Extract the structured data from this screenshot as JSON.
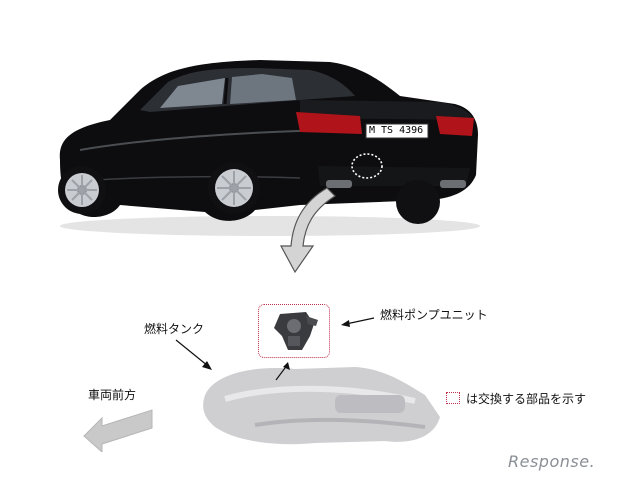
{
  "figure": {
    "license_plate": "M TS 4396",
    "labels": {
      "fuel_tank": "燃料タンク",
      "fuel_pump_unit": "燃料ポンプユニット",
      "vehicle_front": "車両前方",
      "legend": "は交換する部品を示す"
    },
    "watermark": "Response."
  },
  "colors": {
    "car_body": "#0d0d0f",
    "tail_light": "#b0141a",
    "highlight_dotted": "#c0304a",
    "arrow_gray": "#c9c9c9",
    "watermark": "#8a8f96"
  },
  "icons": {
    "car_illustration": "sedan-rear-three-quarter",
    "down_arrow": "down-arrow-icon",
    "front_arrow": "left-arrow-icon",
    "pointer_arrows": "pointer-arrow-icon"
  }
}
